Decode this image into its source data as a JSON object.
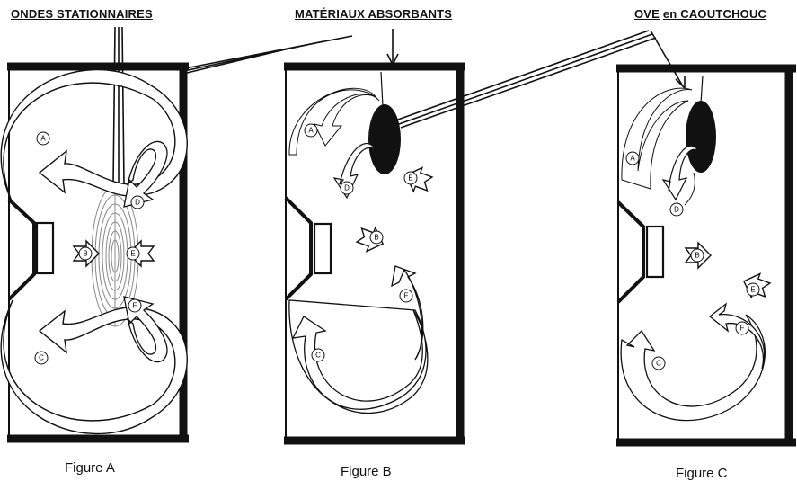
{
  "titles": {
    "standing_waves": "ONDES STATIONNAIRES",
    "absorbing_materials": "MATÉRIAUX ABSORBANTS",
    "rubber_ovoid_prefix": "OVE",
    "rubber_ovoid_suffix": "en CAOUTCHOUC"
  },
  "captions": {
    "a": "Figure A",
    "b": "Figure B",
    "c": "Figure C"
  },
  "labels": {
    "a": "A",
    "b": "B",
    "c": "C",
    "d": "D",
    "e": "E",
    "f": "F"
  }
}
